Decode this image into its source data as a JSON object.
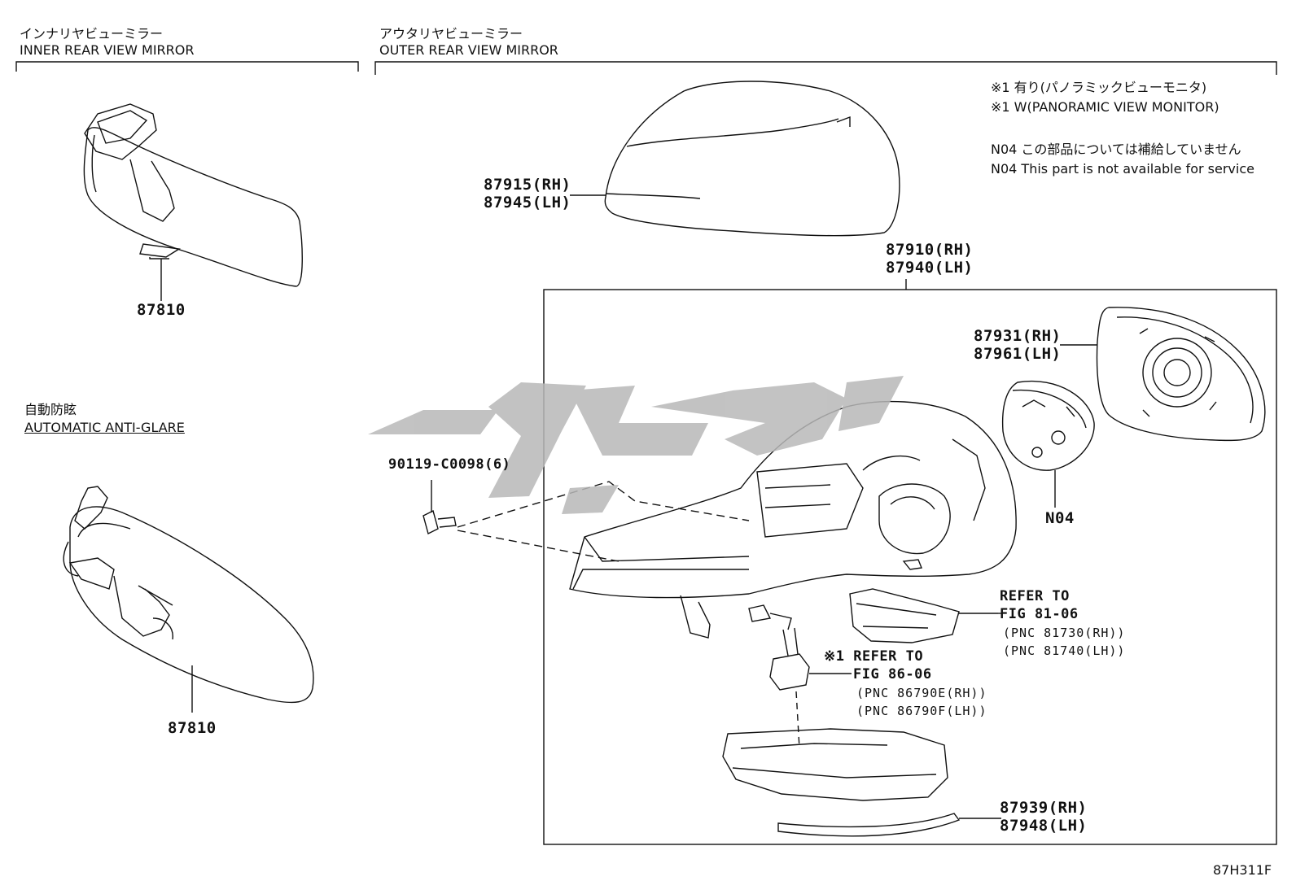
{
  "headers": {
    "inner_jp": "インナリヤビューミラー",
    "inner_en": "INNER REAR VIEW MIRROR",
    "outer_jp": "アウタリヤビューミラー",
    "outer_en": "OUTER REAR VIEW MIRROR",
    "anti_glare_jp": "自動防眩",
    "anti_glare_en": "AUTOMATIC ANTI-GLARE"
  },
  "notes": {
    "line1": "※1 有り(パノラミックビューモニタ)",
    "line2": "※1 W(PANORAMIC VIEW MONITOR)",
    "line3": "N04 この部品については補給していません",
    "line4": "N04 This part is not available for service"
  },
  "parts": {
    "inner_mirror_top": "87810",
    "inner_mirror_bottom": "87810",
    "cover_rh": "87915(RH)",
    "cover_lh": "87945(LH)",
    "assy_rh": "87910(RH)",
    "assy_lh": "87940(LH)",
    "glass_rh": "87931(RH)",
    "glass_lh": "87961(LH)",
    "actuator": "N04",
    "screw": "90119-C0098(6)",
    "trim_rh": "87939(RH)",
    "trim_lh": "87948(LH)"
  },
  "refs": {
    "ref1_line1": "REFER TO",
    "ref1_line2": "FIG 81-06",
    "ref1_pnc1": "(PNC 81730(RH))",
    "ref1_pnc2": "(PNC 81740(LH))",
    "ref2_line1": "※1 REFER TO",
    "ref2_line2": "FIG 86-06",
    "ref2_pnc1": "(PNC 86790E(RH))",
    "ref2_pnc2": "(PNC 86790F(LH))"
  },
  "figure_code": "87H311F",
  "colors": {
    "watermark": "#b8b8b8",
    "line": "#111111"
  }
}
